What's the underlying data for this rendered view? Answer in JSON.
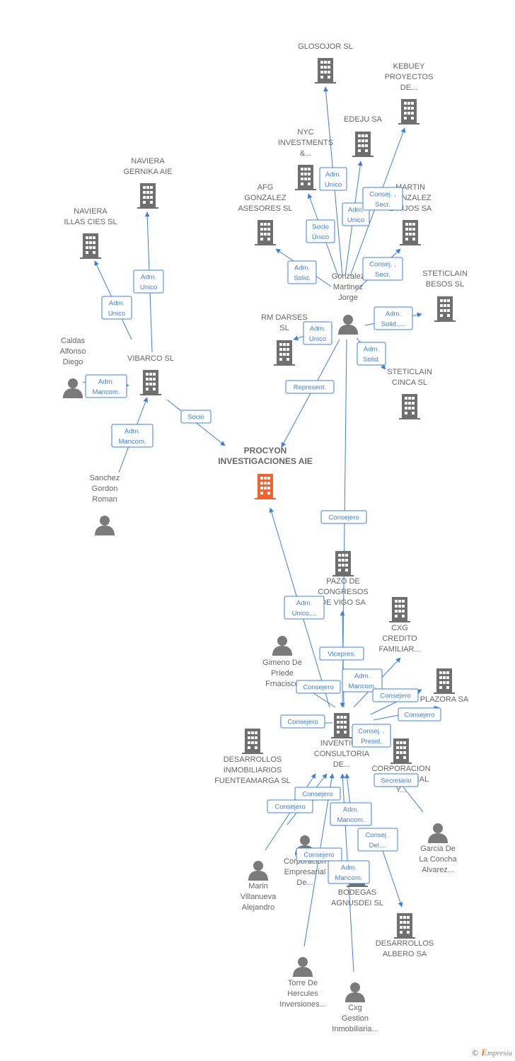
{
  "diagram": {
    "colors": {
      "building": "#6f6f6f",
      "focus": "#f0632f",
      "person": "#7a7a7a",
      "edge": "#3f80d9",
      "label": "#666666"
    },
    "nodes": [
      {
        "id": "procyon",
        "type": "company",
        "focus": true,
        "label": [
          "PROCYON",
          "INVESTIGACIONES AIE"
        ]
      },
      {
        "id": "glosojor",
        "type": "company",
        "label": [
          "GLOSOJOR  SL"
        ]
      },
      {
        "id": "kebuey",
        "type": "company",
        "label": [
          "KEBUEY",
          "PROYECTOS",
          "DE..."
        ]
      },
      {
        "id": "edeju",
        "type": "company",
        "label": [
          "EDEJU SA"
        ]
      },
      {
        "id": "nyc",
        "type": "company",
        "label": [
          "NYC",
          "INVESTMENTS",
          "&..."
        ]
      },
      {
        "id": "martin",
        "type": "company",
        "label": [
          "MARTIN",
          "GONZALEZ",
          "E HIJOS SA"
        ]
      },
      {
        "id": "afg",
        "type": "company",
        "label": [
          "AFG",
          "GONZALEZ",
          "ASESORES  SL"
        ]
      },
      {
        "id": "naviera_gernika",
        "type": "company",
        "label": [
          "NAVIERA",
          "GERNIKA  AIE"
        ]
      },
      {
        "id": "naviera_illas",
        "type": "company",
        "label": [
          "NAVIERA",
          "ILLAS CIES  SL"
        ]
      },
      {
        "id": "steticlain_besos",
        "type": "company",
        "label": [
          "STETICLAIN",
          "BESOS  SL"
        ]
      },
      {
        "id": "rm_darses",
        "type": "company",
        "label": [
          "RM DARSES",
          "SL"
        ]
      },
      {
        "id": "steticlain_cinca",
        "type": "company",
        "label": [
          "STETICLAIN",
          "CINCA  SL"
        ]
      },
      {
        "id": "vibarco",
        "type": "company",
        "label": [
          "VIBARCO SL"
        ]
      },
      {
        "id": "pazo",
        "type": "company",
        "label": [
          "PAZO DE",
          "CONGRESOS",
          "DE VIGO SA"
        ]
      },
      {
        "id": "cxg_credito",
        "type": "company",
        "label": [
          "CXG",
          "CREDITO",
          "FAMILIAR..."
        ]
      },
      {
        "id": "plazora",
        "type": "company",
        "label": [
          "PLAZORA SA"
        ]
      },
      {
        "id": "inventium",
        "type": "company",
        "label": [
          "INVENTIUM",
          "CONSULTORIA",
          "DE..."
        ]
      },
      {
        "id": "corp_empresarial",
        "type": "company",
        "label": [
          "CORPORACION",
          "EMPRESARIAL",
          "Y..."
        ]
      },
      {
        "id": "fuenteamarga",
        "type": "company",
        "label": [
          "DESARROLLOS",
          "INMOBILIARIOS",
          "FUENTEAMARGA SL"
        ]
      },
      {
        "id": "agnusdei",
        "type": "company",
        "label": [
          "BODEGAS",
          "AGNUSDEI SL"
        ]
      },
      {
        "id": "albero",
        "type": "company",
        "label": [
          "DESARROLLOS",
          "ALBERO SA"
        ]
      },
      {
        "id": "gonzalez",
        "type": "person",
        "label": [
          "Gonzalez",
          "Martinez",
          "Jorge"
        ]
      },
      {
        "id": "caldas",
        "type": "person",
        "label": [
          "Caldas",
          "Alfonso",
          "Diego"
        ]
      },
      {
        "id": "sanchez",
        "type": "person",
        "label": [
          "Sanchez",
          "Gordon",
          "Roman"
        ]
      },
      {
        "id": "gimeno",
        "type": "person",
        "label": [
          "Gimeno De",
          "Priede",
          "Frnacisco"
        ]
      },
      {
        "id": "garcia",
        "type": "person",
        "label": [
          "Garcia De",
          "La Concha",
          "Alvarez..."
        ]
      },
      {
        "id": "marin",
        "type": "person",
        "label": [
          "Marin",
          "Villanueva",
          "Alejandro"
        ]
      },
      {
        "id": "corp_empresarial_person",
        "type": "person",
        "label": [
          "Corporacion",
          "Empresarial",
          "De..."
        ]
      },
      {
        "id": "torre",
        "type": "person",
        "label": [
          "Torre De",
          "Hercules",
          "Inversiones..."
        ]
      },
      {
        "id": "cxg_gestion",
        "type": "person",
        "label": [
          "Cxg",
          "Gestion",
          "Inmobiliaria..."
        ]
      }
    ],
    "edges": [
      {
        "label": [
          "Adm.",
          "Unico"
        ]
      },
      {
        "label": [
          "Adm.",
          "Unico"
        ]
      },
      {
        "label": [
          "Consej. ,",
          "Secr."
        ]
      },
      {
        "label": [
          "Socio",
          "Único"
        ]
      },
      {
        "label": [
          "Consej. ,",
          "Secr."
        ]
      },
      {
        "label": [
          "Adm.",
          "Solid."
        ]
      },
      {
        "label": [
          "Adm.",
          "Solid.,..."
        ]
      },
      {
        "label": [
          "Adm.",
          "Unico"
        ]
      },
      {
        "label": [
          "Adm.",
          "Solid."
        ]
      },
      {
        "label": [
          "Represent."
        ]
      },
      {
        "label": [
          "Adm.",
          "Unico"
        ]
      },
      {
        "label": [
          "Adm.",
          "Unico"
        ]
      },
      {
        "label": [
          "Adm.",
          "Mancom."
        ]
      },
      {
        "label": [
          "Socio"
        ]
      },
      {
        "label": [
          "Adm.",
          "Mancom."
        ]
      },
      {
        "label": [
          "Consejero"
        ]
      },
      {
        "label": [
          "Adm.",
          "Unico,..."
        ]
      },
      {
        "label": [
          "Vicepres."
        ]
      },
      {
        "label": [
          "Adm.",
          "Mancom."
        ]
      },
      {
        "label": [
          "Consejero"
        ]
      },
      {
        "label": [
          "Consejero"
        ]
      },
      {
        "label": [
          "Consejero"
        ]
      },
      {
        "label": [
          "Consejero"
        ]
      },
      {
        "label": [
          "Consej. ,",
          "Presid."
        ]
      },
      {
        "label": [
          "Secretario"
        ]
      },
      {
        "label": [
          "Consejero"
        ]
      },
      {
        "label": [
          "Consejero"
        ]
      },
      {
        "label": [
          "Adm.",
          "Mancom."
        ]
      },
      {
        "label": [
          "Consej .",
          "Del...."
        ]
      },
      {
        "label": [
          "Consejero"
        ]
      },
      {
        "label": [
          "Adm.",
          "Mancom."
        ]
      }
    ]
  },
  "footer": {
    "copyright": "©",
    "brand_first": "E",
    "brand_rest": "mpresia"
  }
}
